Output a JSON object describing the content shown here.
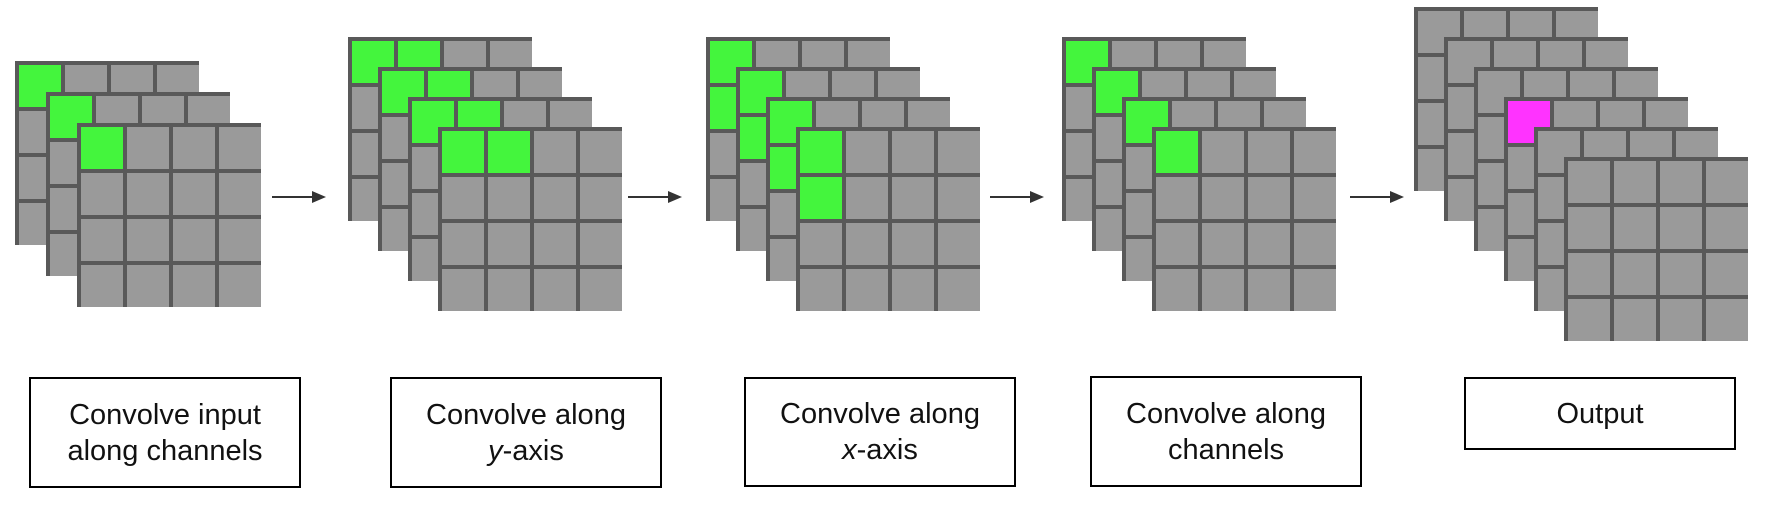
{
  "colors": {
    "cell": "#9a9a9a",
    "grid": "#595959",
    "active": "#44f53d",
    "output_active": "#ff33ff",
    "arrow": "#333333"
  },
  "steps": [
    {
      "line1": "Convolve input",
      "line2_italic": "",
      "line2_rest": "along channels"
    },
    {
      "line1": "Convolve along",
      "line2_italic": "y",
      "line2_rest": "-axis"
    },
    {
      "line1": "Convolve along",
      "line2_italic": "x",
      "line2_rest": "-axis"
    },
    {
      "line1": "Convolve along",
      "line2_italic": "",
      "line2_rest": "channels"
    },
    {
      "line1": "Output",
      "line2_italic": "",
      "line2_rest": ""
    }
  ]
}
